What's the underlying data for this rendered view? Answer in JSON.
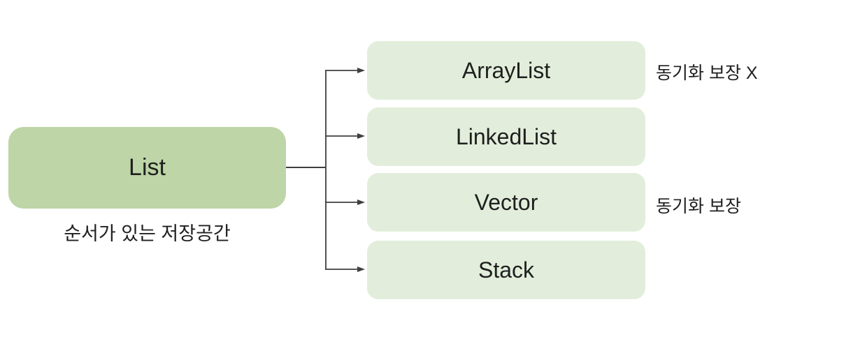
{
  "diagram": {
    "root": {
      "label": "List",
      "caption": "순서가 있는 저장공간"
    },
    "children": [
      {
        "label": "ArrayList"
      },
      {
        "label": "LinkedList"
      },
      {
        "label": "Vector"
      },
      {
        "label": "Stack"
      }
    ],
    "annotations": [
      {
        "text": "동기화 보장 X",
        "target": "ArrayList"
      },
      {
        "text": "동기화 보장",
        "target": "Vector"
      }
    ],
    "colors": {
      "root_fill": "#bdd5a7",
      "child_fill": "#e2eedb",
      "line": "#3f3f3f",
      "text": "#1f1f1f"
    }
  }
}
